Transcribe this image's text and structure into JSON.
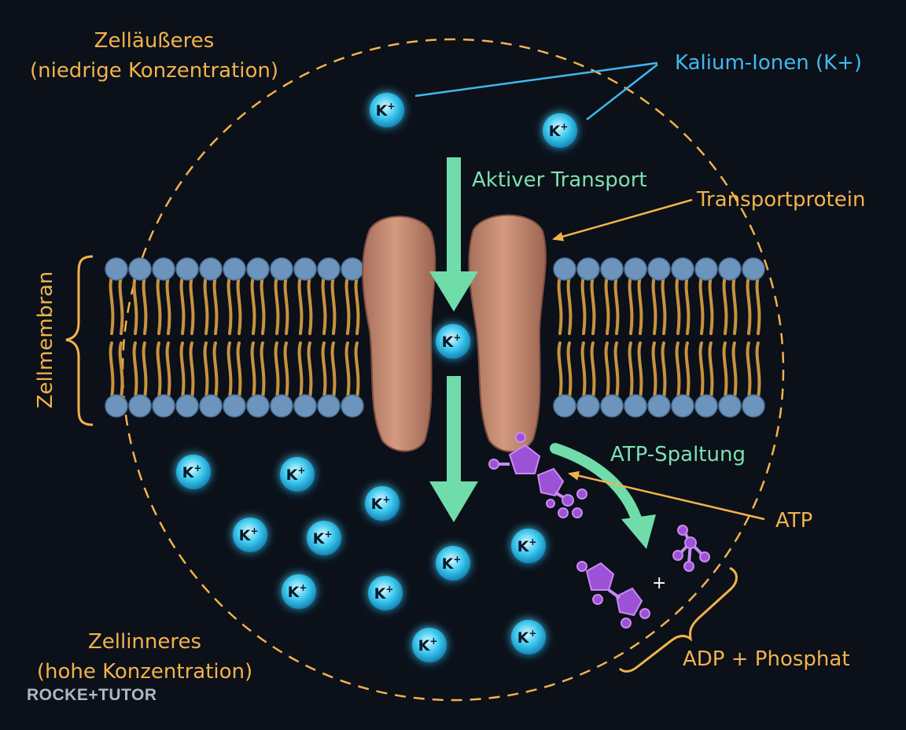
{
  "colors": {
    "background": "#0b1019",
    "orange_label": "#f2b24b",
    "blue_label": "#3fb9f0",
    "green_label": "#7ee0b0",
    "arrow_green": "#6fdcaa",
    "lipid_head": "#6c94bd",
    "lipid_tail": "#c8923e",
    "protein": "#c98a72",
    "ion": "#34c8ee",
    "atp": "#9b52d6"
  },
  "labels": {
    "outside_line1": "Zelläußeres",
    "outside_line2": "(niedrige Konzentration)",
    "inside_line1": "Zellinneres",
    "inside_line2": "(hohe Konzentration)",
    "potassium_ions": "Kalium-Ionen (K+)",
    "active_transport": "Aktiver Transport",
    "transport_protein": "Transportprotein",
    "membrane": "Zellmembran",
    "atp_cleavage": "ATP-Spaltung",
    "atp": "ATP",
    "adp_phosphate": "ADP + Phosphat",
    "plus": "+"
  },
  "ion_symbol": "K",
  "ion_charge": "+",
  "brand": "ROCKE+TUTOR"
}
